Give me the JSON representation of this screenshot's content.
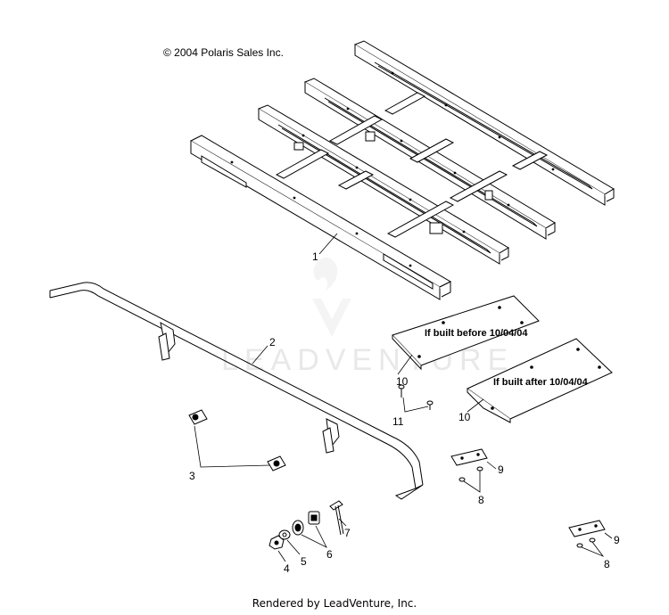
{
  "copyright": "© 2004 Polaris Sales Inc.",
  "watermark": "LEADVENTURE",
  "footer": "Rendered by LeadVenture, Inc.",
  "callouts": {
    "c1": "1",
    "c2": "2",
    "c3": "3",
    "c4": "4",
    "c5": "5",
    "c6": "6",
    "c7": "7",
    "c8a": "8",
    "c8b": "8",
    "c9a": "9",
    "c9b": "9",
    "c10a": "10",
    "c10b": "10",
    "c11": "11"
  },
  "notes": {
    "built_before": "If built before 10/04/04",
    "built_after": "If built after 10/04/04"
  }
}
